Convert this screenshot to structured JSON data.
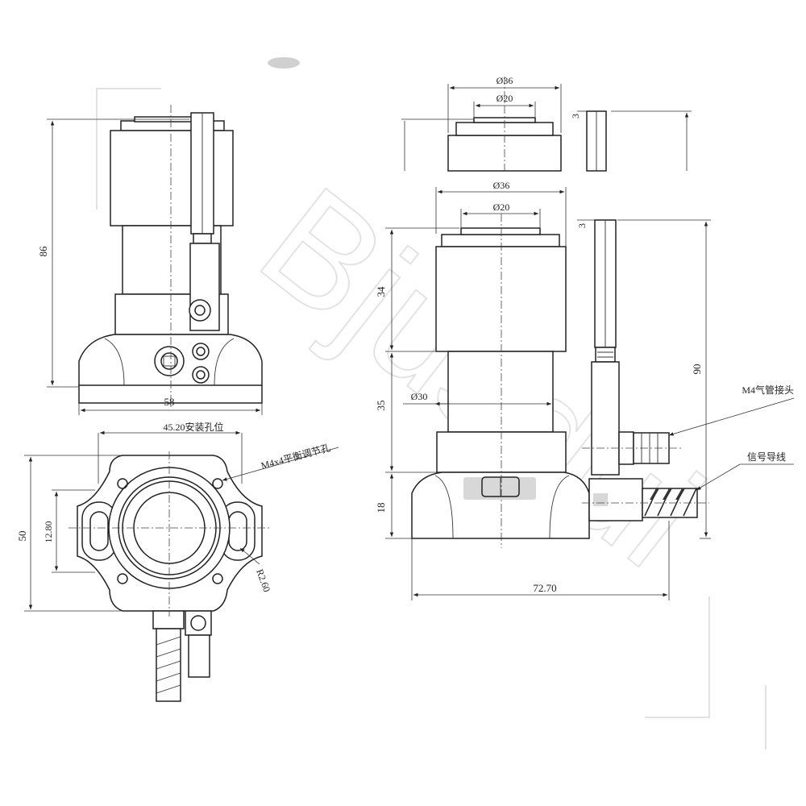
{
  "watermark": "Bjusdui",
  "front_view": {
    "height_label": "86",
    "width_label": "58"
  },
  "bottom_view": {
    "mount_spacing_label": "45.20安装孔位",
    "balance_hole_label": "M4x4平衡调节孔",
    "slot_width_label": "12.80",
    "height_label": "50",
    "radius_label": "R2.60"
  },
  "side_view": {
    "cap_outer_label": "Ø36",
    "cap_inner_label": "Ø20",
    "top_outer_label": "Ø36",
    "top_inner_label": "Ø20",
    "stroke_mark": "3",
    "stroke_mark_top": "3",
    "upper_height_label": "34",
    "middle_height_label": "35",
    "base_height_label": "18",
    "body_diameter_label": "Ø30",
    "total_height_label": "90",
    "total_width_label": "72.70",
    "air_fitting_label": "M4气管接头",
    "signal_wire_label": "信号导线"
  }
}
